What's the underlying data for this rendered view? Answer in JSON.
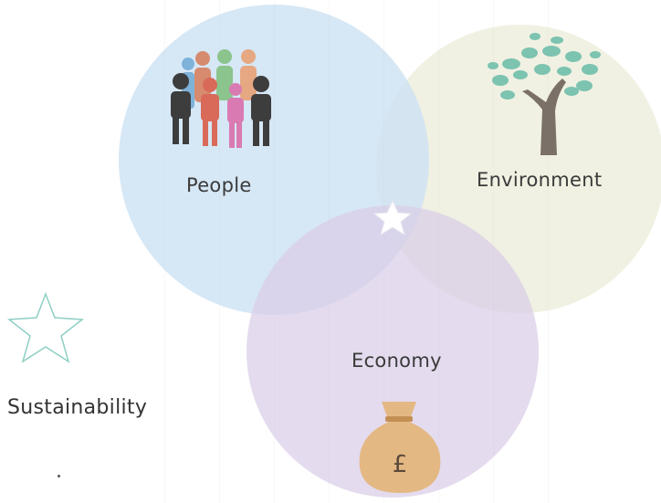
{
  "diagram": {
    "circles": [
      {
        "id": "people",
        "label": "People",
        "fill": "#cfe3f3"
      },
      {
        "id": "environment",
        "label": "Environment",
        "fill": "#eef0df"
      },
      {
        "id": "economy",
        "label": "Economy",
        "fill": "#dcd0ea"
      }
    ],
    "center_marker": {
      "icon": "star-icon",
      "fill": "#ffffff"
    },
    "icons": {
      "people": "people-group-icon",
      "environment": "tree-icon",
      "economy": "money-bag-icon"
    },
    "money_symbol": "£"
  },
  "legend": {
    "icon": "star-outline-icon",
    "icon_color": "#8ecfc5",
    "label": "Sustainability"
  }
}
